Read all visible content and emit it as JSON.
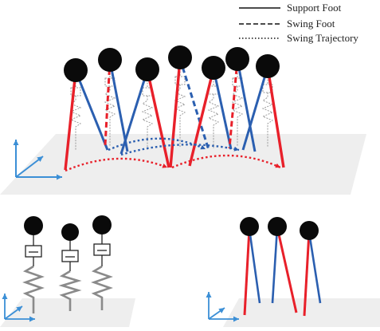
{
  "legend": {
    "items": [
      {
        "label": "Support Foot",
        "style": "solid"
      },
      {
        "label": "Swing Foot",
        "style": "dashed"
      },
      {
        "label": "Swing Trajectory",
        "style": "dotted"
      }
    ]
  },
  "colors": {
    "red": "#e8202a",
    "blue": "#2b5fb0",
    "mass": "#0a0a0a",
    "ground": "#eeeeee",
    "spring": "#8a8a8a",
    "frame": "#3b8fd6"
  },
  "panels": [
    {
      "name": "walking-sequence",
      "content": "Seven body masses on alternating red and blue legs with dotted swing trajectories"
    },
    {
      "name": "spring-mass-models",
      "content": "Three masses on damper and spring legs"
    },
    {
      "name": "inverted-pendulum-legs",
      "content": "Three masses on two-color straight legs"
    }
  ]
}
